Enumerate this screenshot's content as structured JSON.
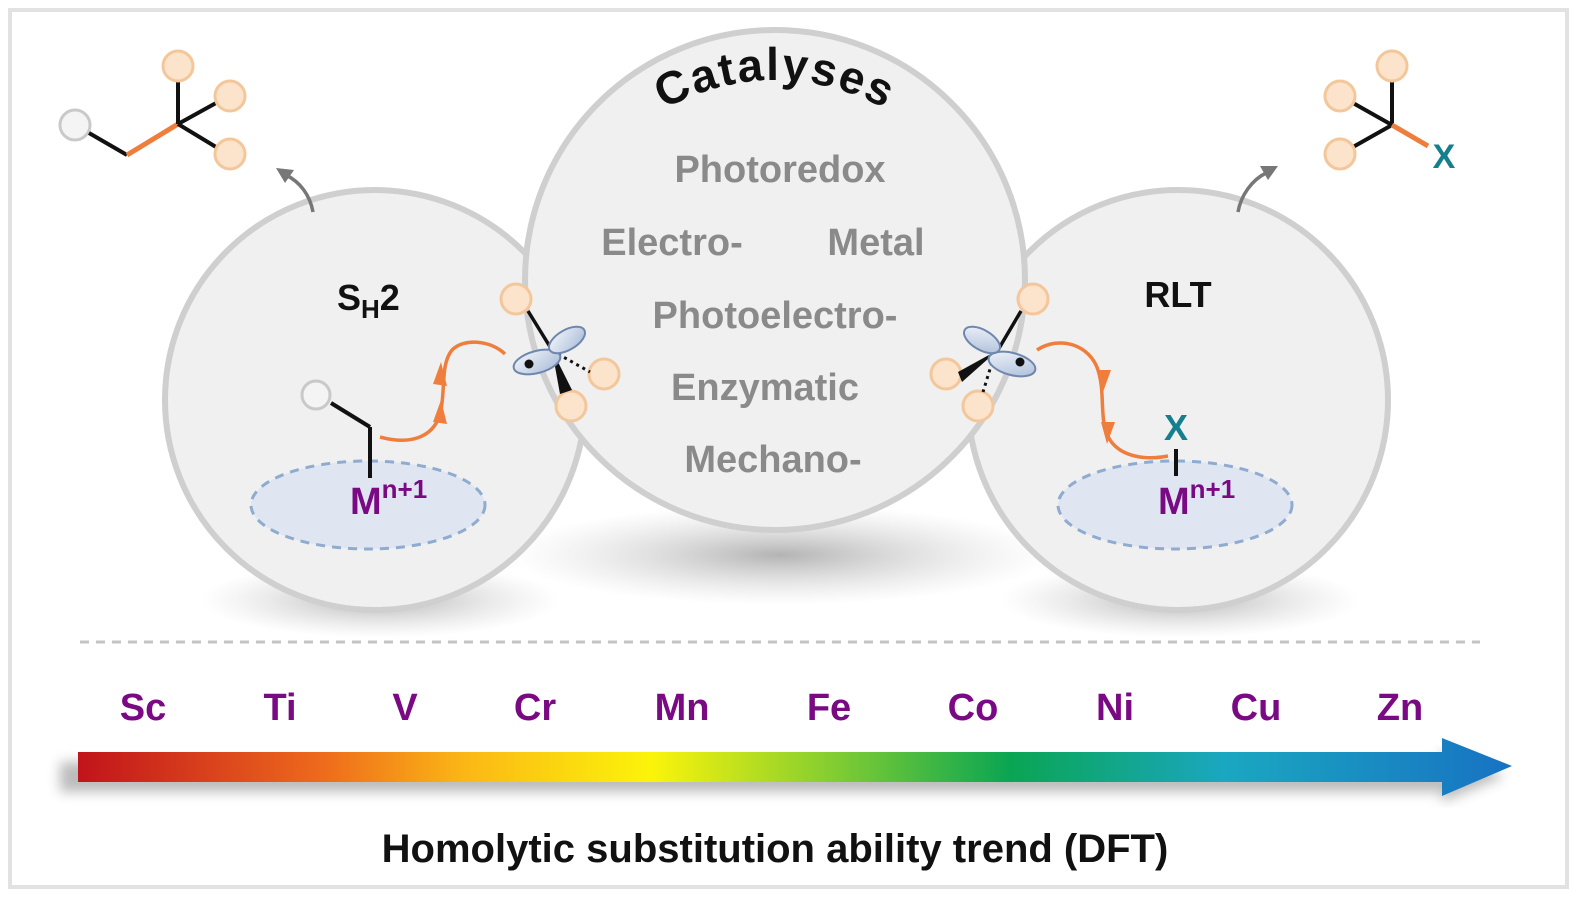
{
  "center": {
    "title": "Catalyses",
    "items": [
      "Photoredox",
      "Electro-",
      "Metal",
      "Photoelectro-",
      "Enzymatic",
      "Mechano-"
    ]
  },
  "left_panel": {
    "label_main": "S",
    "label_sub": "H",
    "label_tail": "2",
    "metal": "M",
    "metal_sup": "n+1"
  },
  "right_panel": {
    "label": "RLT",
    "group": "X",
    "metal": "M",
    "metal_sup": "n+1"
  },
  "product_right": {
    "group": "X"
  },
  "trend": {
    "elements": [
      "Sc",
      "Ti",
      "V",
      "Cr",
      "Mn",
      "Fe",
      "Co",
      "Ni",
      "Cu",
      "Zn"
    ],
    "caption": "Homolytic substitution ability trend (DFT)"
  },
  "colors": {
    "orange": "#ef7d3c",
    "metal_purple": "#7a0a84",
    "x_teal": "#167f8e",
    "ghost_fill": "#fbe3cc",
    "ghost_stroke": "#f4c79b"
  }
}
